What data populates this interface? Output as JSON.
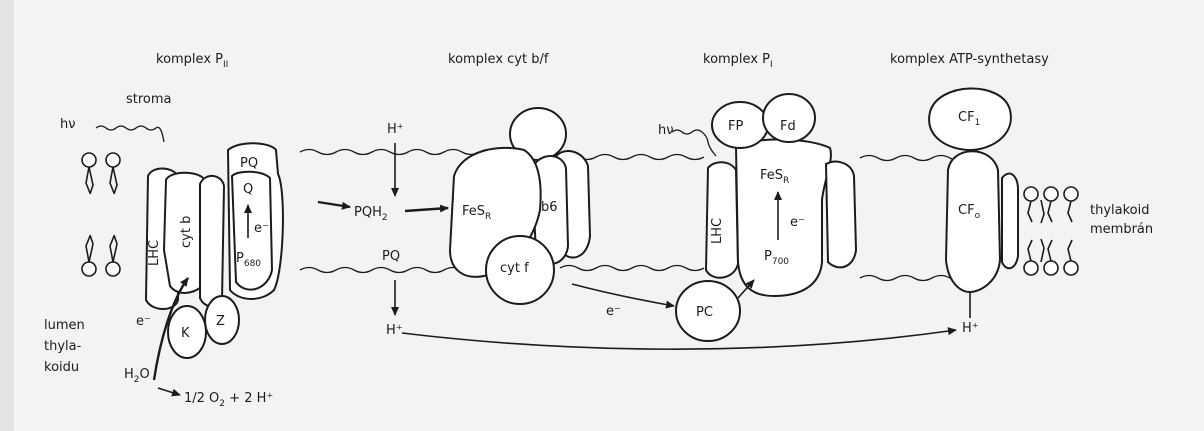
{
  "labels": {
    "complex_psii": "komplex P",
    "complex_psii_sub": "II",
    "complex_cytbf": "komplex cyt b/f",
    "complex_psi": "komplex P",
    "complex_psi_sub": "I",
    "complex_atp": "komplex ATP-synthetasy",
    "stroma": "stroma",
    "hv_left": "hν",
    "hv_right": "hν",
    "lhc_left": "LHC",
    "cytb": "cyt b",
    "pq_top": "PQ",
    "q": "Q",
    "e_psii": "e⁻",
    "p680": "P",
    "p680_sub": "680",
    "k": "K",
    "z": "Z",
    "e_lumen": "e⁻",
    "lumen": "lumen",
    "thyla": "thyla-",
    "koidu": "koidu",
    "h2o": "H",
    "h2o_sub": "2",
    "h2o_o": "O",
    "o2_products": "1/2 O",
    "o2_sub": "2",
    "o2_rest": " + 2 H⁺",
    "h_plus_top": "H⁺",
    "pqh2": "PQH",
    "pqh2_sub": "2",
    "pq_mid": "PQ",
    "h_plus_bottom": "H⁺",
    "fes_left": "FeS",
    "fes_left_sub": "R",
    "b6": "b6",
    "cytf": "cyt f",
    "e_mid": "e⁻",
    "pc": "PC",
    "fp": "FP",
    "fd": "Fd",
    "fes_right": "FeS",
    "fes_right_sub": "R",
    "lhc_right": "LHC",
    "e_psi": "e⁻",
    "p700": "P",
    "p700_sub": "700",
    "cf1": "CF",
    "cf1_sub": "1",
    "cf0": "CF",
    "cf0_sub": "o",
    "h_plus_atp": "H⁺",
    "thylakoid": "thylakoid",
    "membrane": "membrán"
  }
}
